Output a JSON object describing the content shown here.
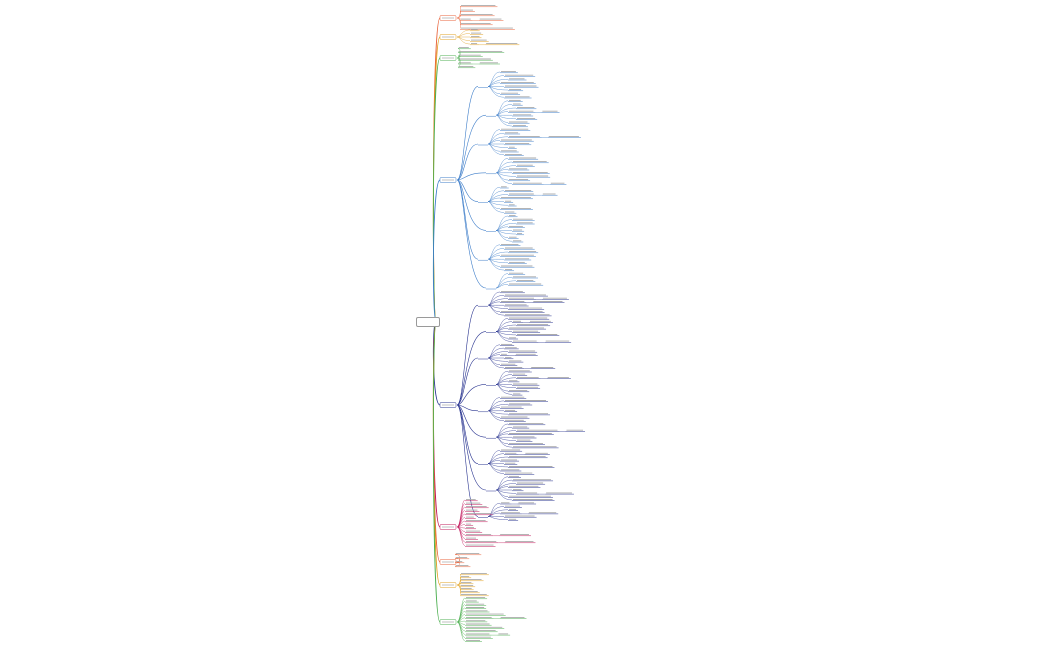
{
  "root": {
    "label": "",
    "color": "#888888"
  },
  "branches": [
    {
      "id": "b1",
      "color": "#e8633a",
      "leaves": 6
    },
    {
      "id": "b2",
      "color": "#e0a020",
      "leaves": 5
    },
    {
      "id": "b3",
      "color": "#4caf50",
      "leaves": 6
    },
    {
      "id": "b4",
      "color": "#3d7dc9",
      "leaves": 60
    },
    {
      "id": "b5",
      "color": "#2a3590",
      "leaves": 70
    },
    {
      "id": "b6",
      "color": "#c2185b",
      "leaves": 14
    },
    {
      "id": "b7",
      "color": "#e8633a",
      "leaves": 4
    },
    {
      "id": "b8",
      "color": "#e0a020",
      "leaves": 8
    },
    {
      "id": "b9",
      "color": "#4caf50",
      "leaves": 14
    }
  ]
}
